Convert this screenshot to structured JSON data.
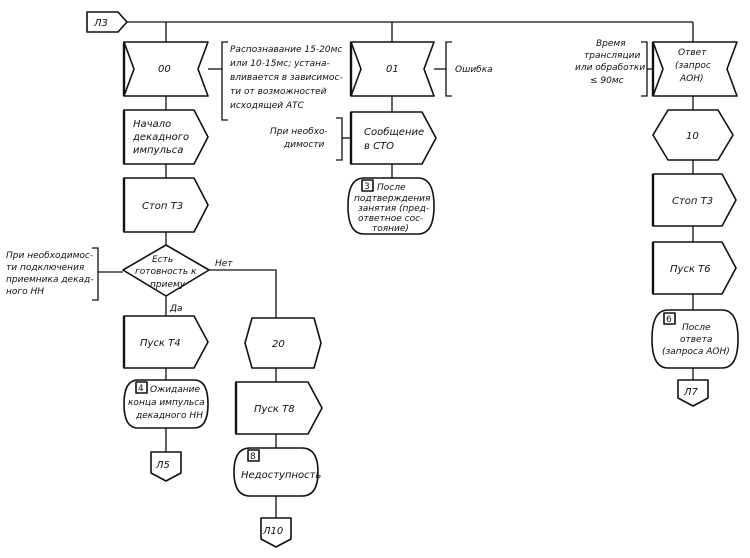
{
  "connectors": {
    "start": "Л3",
    "l5": "Л5",
    "l10": "Л10",
    "l7": "Л7"
  },
  "states": {
    "s00": "00",
    "s01": "01",
    "s10": "10",
    "s20": "20"
  },
  "column1": {
    "begin_line1": "Начало",
    "begin_line2": "декадного",
    "begin_line3": "импульса",
    "stop_t3": "Стоп Т3",
    "decision_line1": "Есть",
    "decision_line2": "готовность к",
    "decision_line3": "приему",
    "yes": "Да",
    "no": "Нет",
    "start_t4": "Пуск Т4",
    "wait_num": "4",
    "wait_line1": "Ожидание",
    "wait_line2": "конца импульса",
    "wait_line3": "декадного НН"
  },
  "column2": {
    "start_t8": "Пуск Т8",
    "unavail_num": "8",
    "unavail": "Недоступность"
  },
  "column3": {
    "message_line1": "Сообщение",
    "message_line2": "в СТО",
    "after_num": "3",
    "after_line1": "После",
    "after_line2": "подтверждения",
    "after_line3": "занятия (пред-",
    "after_line4": "ответное сос-",
    "after_line5": "тояние)"
  },
  "column4": {
    "answer_line1": "Ответ",
    "answer_line2": "(запрос",
    "answer_line3": "АОН)",
    "stop_t3": "Стоп Т3",
    "start_t6": "Пуск Т6",
    "after_num": "6",
    "after_line1": "После",
    "after_line2": "ответа",
    "after_line3": "(запроса АОН)"
  },
  "notes": {
    "recognition_line1": "Распознавание 15-20мс",
    "recognition_line2": "или 10-15мс; устана-",
    "recognition_line3": "вливается в зависимос-",
    "recognition_line4": "ти от возможностей",
    "recognition_line5": "исходящей АТС",
    "error": "Ошибка",
    "necessity_line1": "При необхо-",
    "necessity_line2": "димости",
    "time_line1": "Время",
    "time_line2": "трансляции",
    "time_line3": "или обработки",
    "time_line4": "≤ 90мс",
    "connect_line1": "При необходимос-",
    "connect_line2": "ти подключения",
    "connect_line3": "приемника декад-",
    "connect_line4": "ного НН"
  }
}
